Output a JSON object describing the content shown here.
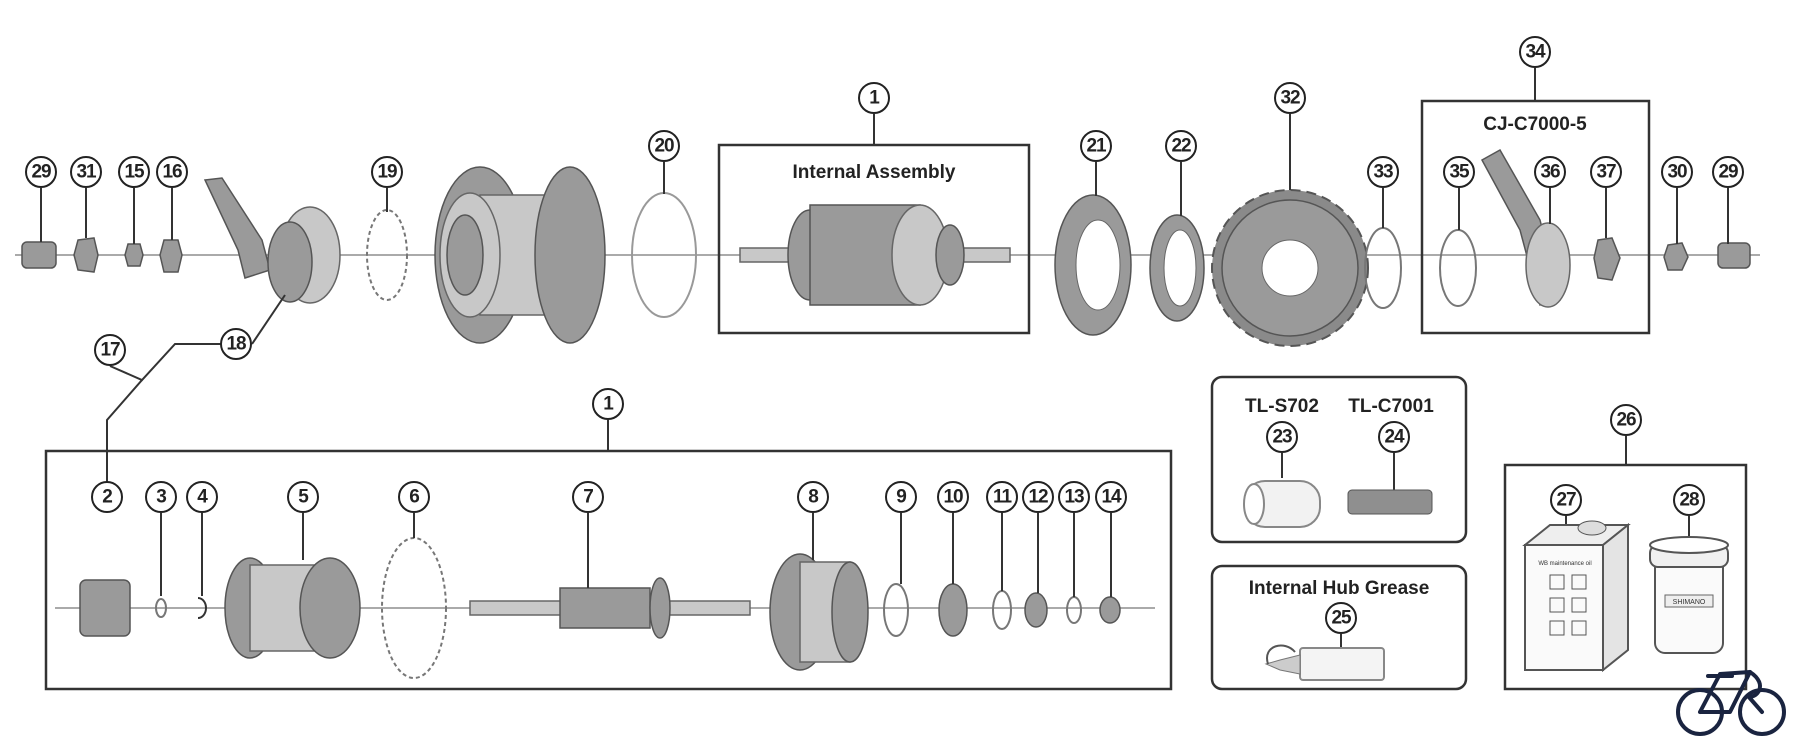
{
  "diagram": {
    "callouts_top": [
      "29",
      "31",
      "15",
      "16",
      "19",
      "20",
      "1",
      "21",
      "22",
      "32",
      "33",
      "34",
      "35",
      "36",
      "37",
      "30",
      "29"
    ],
    "callouts_link": [
      "17",
      "18"
    ],
    "internal_assembly": {
      "callout": "1",
      "title": "Internal Assembly"
    },
    "cj_group": {
      "callout": "34",
      "title": "CJ-C7000-5"
    },
    "bottom_assembly": {
      "callout": "1",
      "items": [
        "2",
        "3",
        "4",
        "5",
        "6",
        "7",
        "8",
        "9",
        "10",
        "11",
        "12",
        "13",
        "14"
      ]
    },
    "tools": {
      "tool1_name": "TL-S702",
      "tool1_callout": "23",
      "tool2_name": "TL-C7001",
      "tool2_callout": "24"
    },
    "grease": {
      "title": "Internal Hub Grease",
      "callout": "25"
    },
    "kit": {
      "callout": "26",
      "items": [
        "27",
        "28"
      ],
      "can_label": "WB maintenance oil",
      "jar_label": "SHIMANO"
    },
    "logo": "bike-logo",
    "colors": {
      "line": "#333333",
      "part": "#9a9a9a",
      "logo": "#1a2440"
    }
  }
}
